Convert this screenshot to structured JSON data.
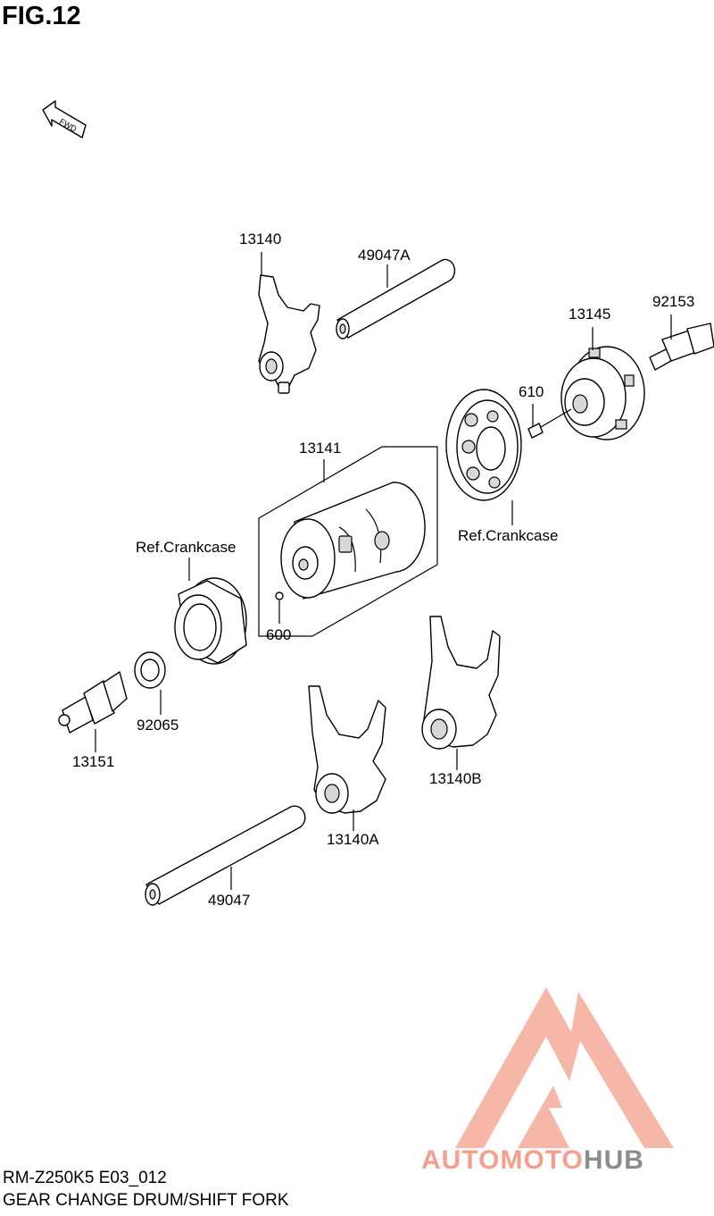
{
  "figure": {
    "title": "FIG.12",
    "fwd_label": "FWD"
  },
  "callouts": {
    "p13140": "13140",
    "p49047A": "49047A",
    "p92153": "92153",
    "p13145": "13145",
    "p610": "610",
    "p13141": "13141",
    "ref_crankcase_right": "Ref.Crankcase",
    "ref_crankcase_left": "Ref.Crankcase",
    "p600": "600",
    "p92065": "92065",
    "p13151": "13151",
    "p13140B": "13140B",
    "p13140A": "13140A",
    "p49047": "49047"
  },
  "watermark": {
    "text_part1": "AUTOMOTO",
    "text_part2": "HUB",
    "color_primary": "#f4a08c",
    "color_secondary": "#8c8c8c"
  },
  "footer": {
    "model_code": "RM-Z250K5 E03_012",
    "description": "GEAR CHANGE DRUM/SHIFT FORK"
  }
}
